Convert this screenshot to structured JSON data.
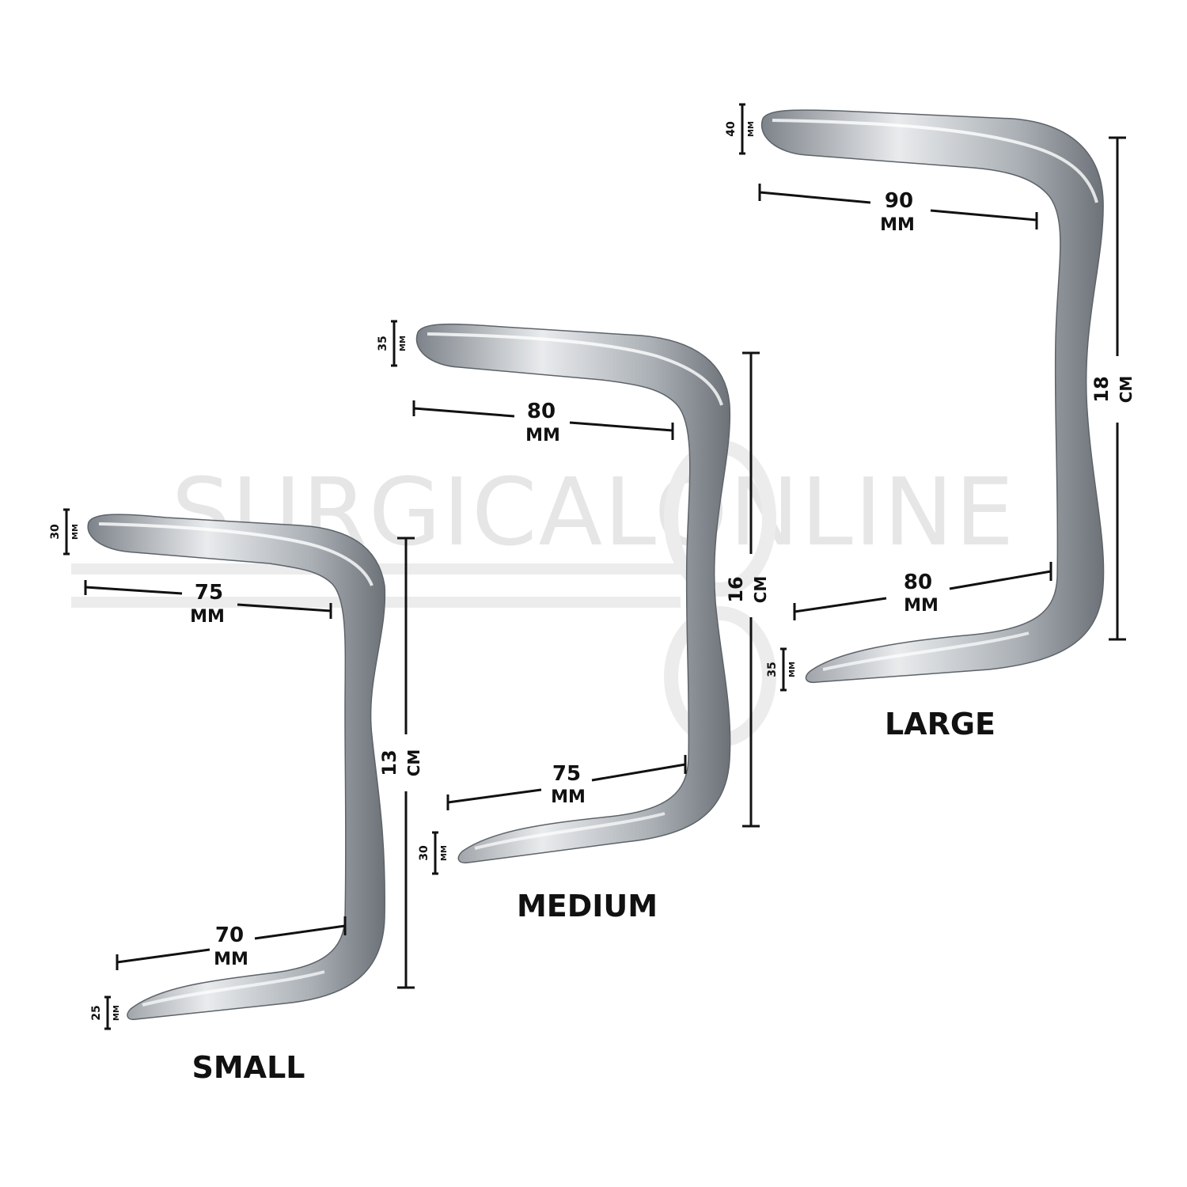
{
  "watermark": "SURGICALONLINE",
  "instruments": [
    {
      "size_label": "SMALL",
      "top_blade_width": "30",
      "top_blade_length": "75",
      "total_length": "13",
      "bottom_blade_length": "70",
      "bottom_blade_width": "25"
    },
    {
      "size_label": "MEDIUM",
      "top_blade_width": "35",
      "top_blade_length": "80",
      "total_length": "16",
      "bottom_blade_length": "75",
      "bottom_blade_width": "30"
    },
    {
      "size_label": "LARGE",
      "top_blade_width": "40",
      "top_blade_length": "90",
      "total_length": "18",
      "bottom_blade_length": "80",
      "bottom_blade_width": "35"
    }
  ],
  "units": {
    "mm": "MM",
    "cm": "CM"
  },
  "colors": {
    "steel_light": "#eef0f2",
    "steel_mid": "#b5babf",
    "steel_dark": "#6f757b",
    "ink": "#111111",
    "watermark": "#e6e6e6"
  }
}
